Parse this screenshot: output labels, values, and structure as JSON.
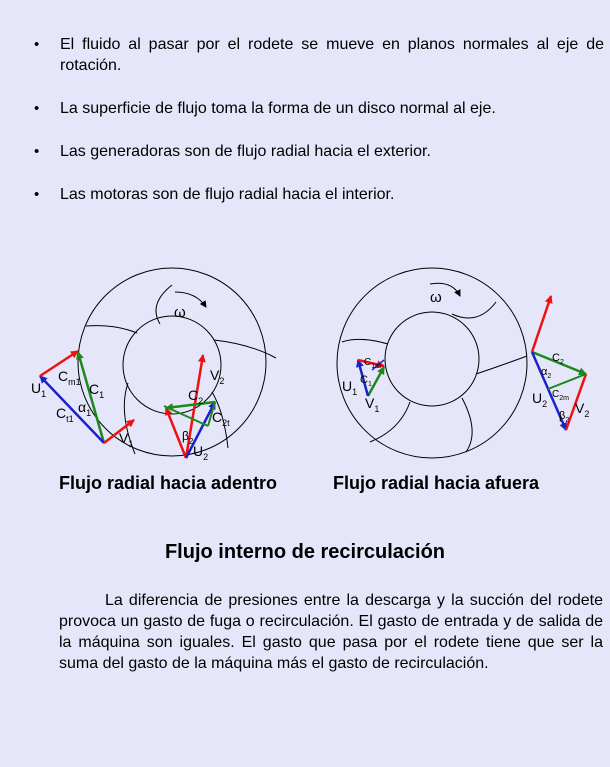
{
  "bullets": [
    "El fluido al pasar por el rodete se mueve en planos normales al eje de rotación.",
    "La superficie de flujo toma la forma de un disco normal al eje.",
    "Las generadoras son de flujo radial hacia el exterior.",
    "Las motoras son de flujo radial hacia el interior."
  ],
  "figure": {
    "left": {
      "caption": "Flujo radial hacia adentro",
      "omega": "ω",
      "labels": {
        "u1": "U",
        "u1_sub": "1",
        "cm1": "C",
        "cm1_sub": "m1",
        "c1": "C",
        "c1_sub": "1",
        "ct1": "C",
        "ct1_sub": "t1",
        "alpha1": "α",
        "alpha1_sub": "1",
        "v1": "V",
        "v1_sub": "1",
        "v2": "V",
        "v2_sub": "2",
        "c2": "C",
        "c2_sub": "2",
        "c2t": "C",
        "c2t_sub": "2t",
        "beta2": "β",
        "beta2_sub": "2",
        "u2": "U",
        "u2_sub": "2"
      }
    },
    "right": {
      "caption": "Flujo radial hacia afuera",
      "omega": "ω",
      "labels": {
        "c1m": "C",
        "c1m_sub": "1m",
        "u1": "U",
        "u1_sub": "1",
        "c1": "C",
        "c1_sub": "1",
        "v1": "V",
        "v1_sub": "1",
        "c2": "C",
        "c2_sub": "2",
        "alpha2": "α",
        "alpha2_sub": "2",
        "c2m": "C",
        "c2m_sub": "2m",
        "u2": "U",
        "u2_sub": "2",
        "beta2": "β",
        "beta2_sub": "2",
        "v2": "V",
        "v2_sub": "2"
      }
    }
  },
  "section_title": "Flujo interno de recirculación",
  "paragraph": "La diferencia de presiones entre la descarga y la succión del rodete provoca un gasto de fuga o recirculación. El gasto de entrada y de salida de la máquina son iguales. El gasto que pasa por el rodete tiene que ser la suma del gasto de la máquina más el gasto de recirculación.",
  "colors": {
    "background": "#e6e6fa",
    "red": "#ee1111",
    "green": "#1a8a1a",
    "blue": "#1a22cc"
  },
  "bullet_glyph": "•"
}
